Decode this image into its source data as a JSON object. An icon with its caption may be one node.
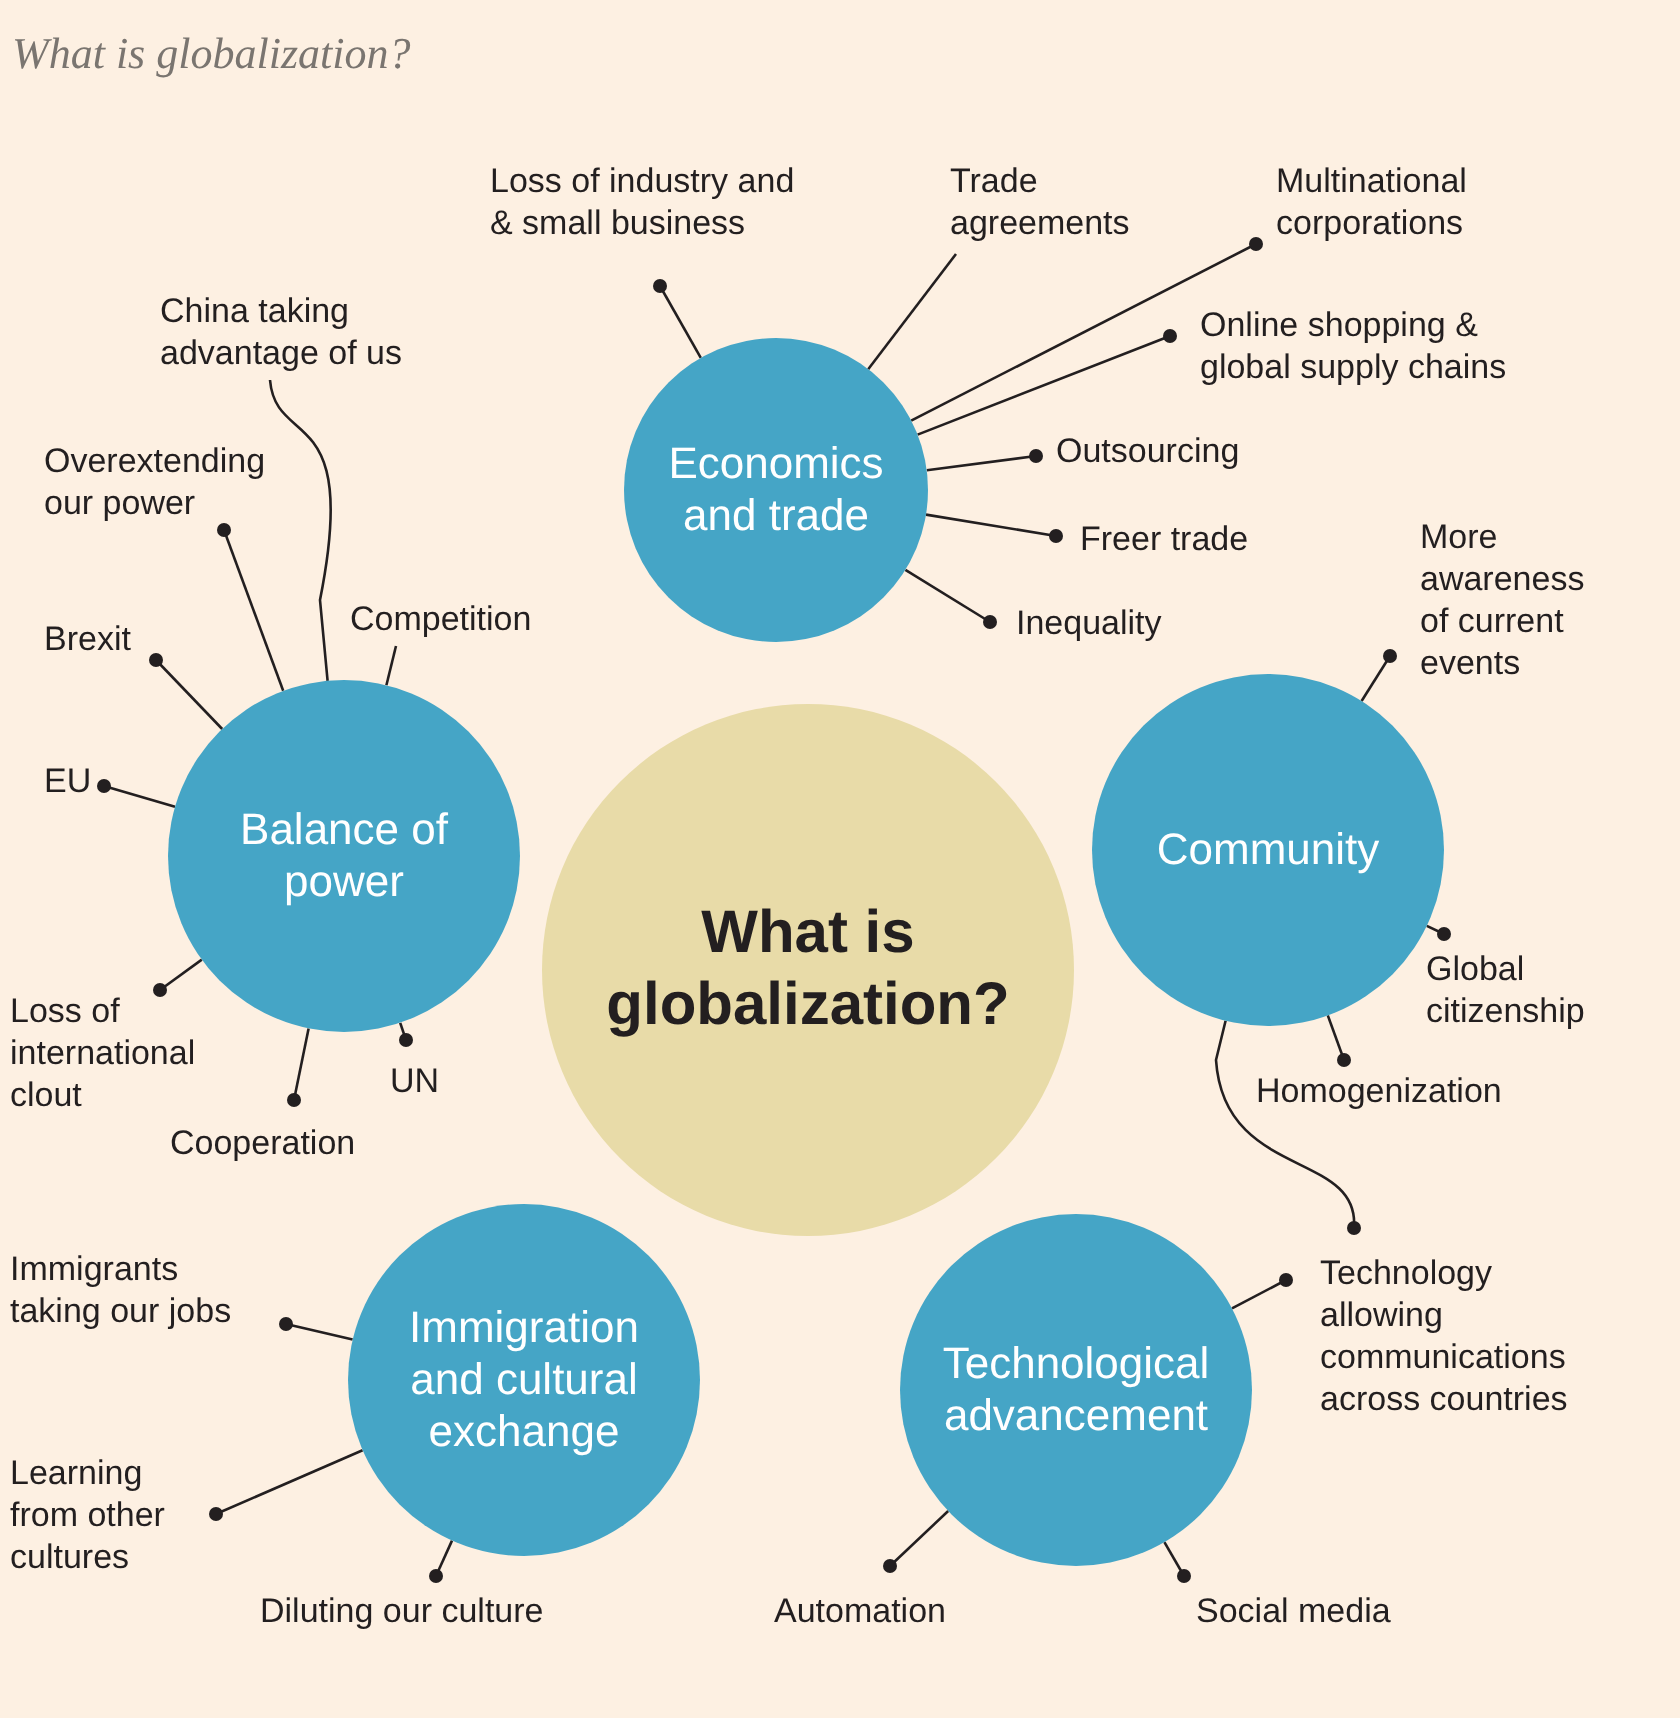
{
  "diagram": {
    "title": "What is globalization?",
    "nodes": [
      {
        "text": [
          "What is globalization?"
        ]
      },
      {
        "text": [
          "Economics and trade"
        ]
      },
      {
        "text": [
          "Balance of power"
        ]
      },
      {
        "text": [
          "Community"
        ]
      },
      {
        "text": [
          "Immigration and cultural exchange"
        ]
      },
      {
        "text": [
          "Technological advancement"
        ]
      },
      {
        "text": [
          "Loss of industry and & small business"
        ]
      },
      {
        "text": [
          "Trade agreements"
        ]
      },
      {
        "text": [
          "Multinational corporations"
        ]
      },
      {
        "text": [
          "Online shopping & global supply chains"
        ]
      },
      {
        "text": [
          "Outsourcing"
        ]
      },
      {
        "text": [
          "Freer trade"
        ]
      },
      {
        "text": [
          "Inequality"
        ]
      },
      {
        "text": [
          "China taking advantage of us"
        ]
      },
      {
        "text": [
          "Overextending our power"
        ]
      },
      {
        "text": [
          "Competition"
        ]
      },
      {
        "text": [
          "Brexit"
        ]
      },
      {
        "text": [
          "EU"
        ]
      },
      {
        "text": [
          "Loss of international clout"
        ]
      },
      {
        "text": [
          "Cooperation"
        ]
      },
      {
        "text": [
          "UN"
        ]
      },
      {
        "text": [
          "More awareness of current events"
        ]
      },
      {
        "text": [
          "Global citizenship"
        ]
      },
      {
        "text": [
          "Homogenization"
        ]
      },
      {
        "text": [
          "Technology allowing communications across countries"
        ]
      },
      {
        "text": [
          "Immigrants taking our jobs"
        ]
      },
      {
        "text": [
          "Learning from other cultures"
        ]
      },
      {
        "text": [
          "Diluting our culture"
        ]
      },
      {
        "text": [
          "Automation"
        ]
      },
      {
        "text": [
          "Social media"
        ]
      }
    ],
    "edges": [
      {
        "from": 6,
        "to": 1,
        "arrow": "other"
      },
      {
        "from": 7,
        "to": 1,
        "arrow": "none"
      },
      {
        "from": 8,
        "to": 1,
        "arrow": "other"
      },
      {
        "from": 9,
        "to": 1,
        "arrow": "other"
      },
      {
        "from": 10,
        "to": 1,
        "arrow": "other"
      },
      {
        "from": 11,
        "to": 1,
        "arrow": "other"
      },
      {
        "from": 12,
        "to": 1,
        "arrow": "other"
      },
      {
        "from": 13,
        "to": 2,
        "arrow": "none"
      },
      {
        "from": 14,
        "to": 2,
        "arrow": "other"
      },
      {
        "from": 15,
        "to": 2,
        "arrow": "none"
      },
      {
        "from": 16,
        "to": 2,
        "arrow": "other"
      },
      {
        "from": 17,
        "to": 2,
        "arrow": "other"
      },
      {
        "from": 18,
        "to": 2,
        "arrow": "other"
      },
      {
        "from": 19,
        "to": 2,
        "arrow": "other"
      },
      {
        "from": 20,
        "to": 2,
        "arrow": "other"
      },
      {
        "from": 21,
        "to": 3,
        "arrow": "other"
      },
      {
        "from": 22,
        "to": 3,
        "arrow": "other"
      },
      {
        "from": 23,
        "to": 3,
        "arrow": "other"
      },
      {
        "from": 24,
        "to": 3,
        "arrow": "other"
      },
      {
        "from": 24,
        "to": 5,
        "arrow": "other"
      },
      {
        "from": 25,
        "to": 4,
        "arrow": "other"
      },
      {
        "from": 26,
        "to": 4,
        "arrow": "other"
      },
      {
        "from": 27,
        "to": 4,
        "arrow": "other"
      },
      {
        "from": 28,
        "to": 5,
        "arrow": "other"
      },
      {
        "from": 29,
        "to": 5,
        "arrow": "other"
      }
    ]
  }
}
